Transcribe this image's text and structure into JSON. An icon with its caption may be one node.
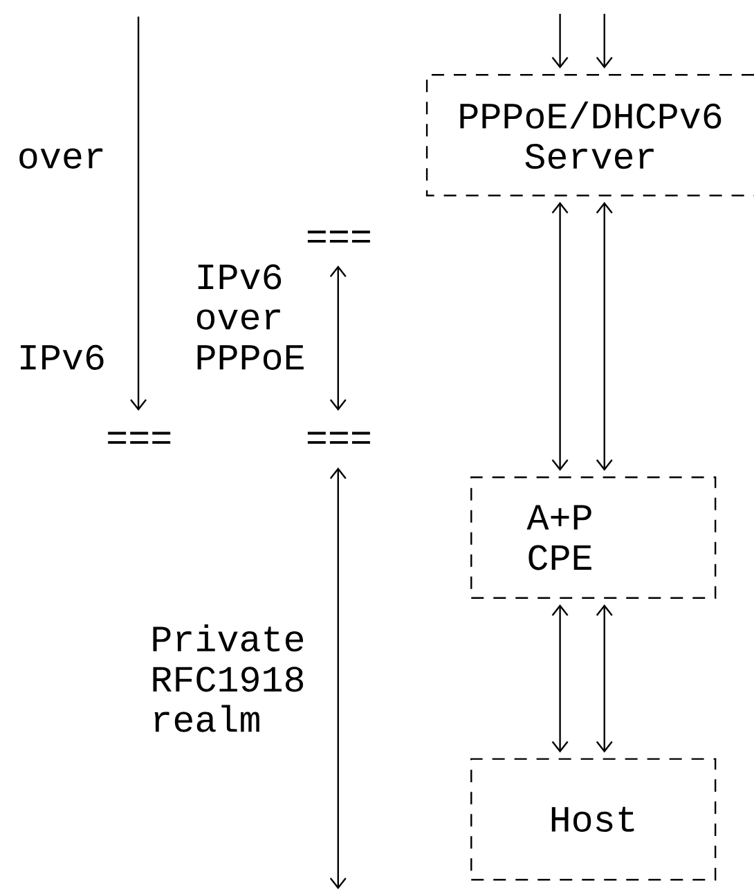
{
  "diagram": {
    "nodes": [
      {
        "text": [
          "PPPoE/DHCPv6 Server"
        ]
      },
      {
        "text": [
          "A+P CPE"
        ]
      },
      {
        "text": [
          "Host"
        ]
      }
    ],
    "edges": [
      {
        "from": null,
        "to": 0,
        "arrow": "to"
      },
      {
        "from": null,
        "to": 0,
        "arrow": "to"
      },
      {
        "from": 0,
        "to": 1,
        "arrow": "both"
      },
      {
        "from": 0,
        "to": 1,
        "arrow": "both"
      },
      {
        "from": 1,
        "to": 2,
        "arrow": "both"
      },
      {
        "from": 1,
        "to": 2,
        "arrow": "both"
      }
    ],
    "labels": [
      "over",
      "===",
      "IPv6 over PPPoE",
      "IPv6",
      "===",
      "===",
      "Private RFC1918 realm"
    ]
  }
}
